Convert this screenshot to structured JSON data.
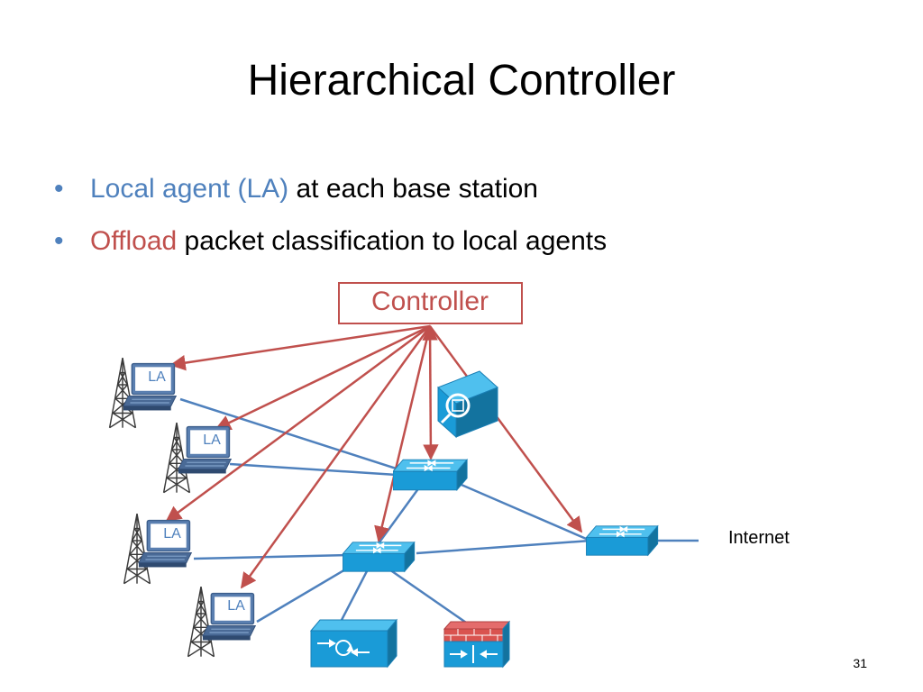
{
  "slide": {
    "title": "Hierarchical Controller",
    "bullets": [
      {
        "highlight": "Local agent (LA)",
        "rest": " at each base station",
        "color": "#4f81bd"
      },
      {
        "highlight": "Offload",
        "rest": " packet classification to local agents",
        "color": "#c0504d"
      }
    ],
    "page_number": "31"
  },
  "diagram": {
    "controller_label": "Controller",
    "agent_label": "LA",
    "internet_label": "Internet",
    "colors": {
      "control_link": "#c0504d",
      "data_link": "#4f81bd",
      "switch": "#1a9bd7",
      "controller_border": "#c0504d"
    },
    "icons": [
      "cell-tower-icon",
      "laptop-icon",
      "switch-icon",
      "server-icon",
      "load-balancer-icon",
      "firewall-icon"
    ]
  }
}
